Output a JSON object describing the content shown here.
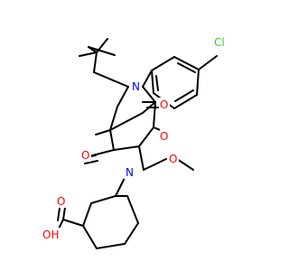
{
  "molecule": {
    "atoms": [
      {
        "id": "Cl",
        "text": "Cl",
        "color": "#33cc33"
      },
      {
        "id": "N1",
        "text": "N",
        "color": "#0000ff"
      },
      {
        "id": "N2",
        "text": "N",
        "color": "#0000ff"
      },
      {
        "id": "O1",
        "text": "O",
        "color": "#ff0000"
      },
      {
        "id": "O2",
        "text": "O",
        "color": "#ff0000"
      },
      {
        "id": "O3",
        "text": "O",
        "color": "#ff0000"
      },
      {
        "id": "O4",
        "text": "O",
        "color": "#ff0000"
      },
      {
        "id": "OMe",
        "text": "O",
        "color": "#ff0000"
      },
      {
        "id": "OH",
        "text": "OH",
        "color": "#ff0000"
      },
      {
        "id": "Ostr",
        "text": "O",
        "color": "#ff0000"
      }
    ]
  }
}
